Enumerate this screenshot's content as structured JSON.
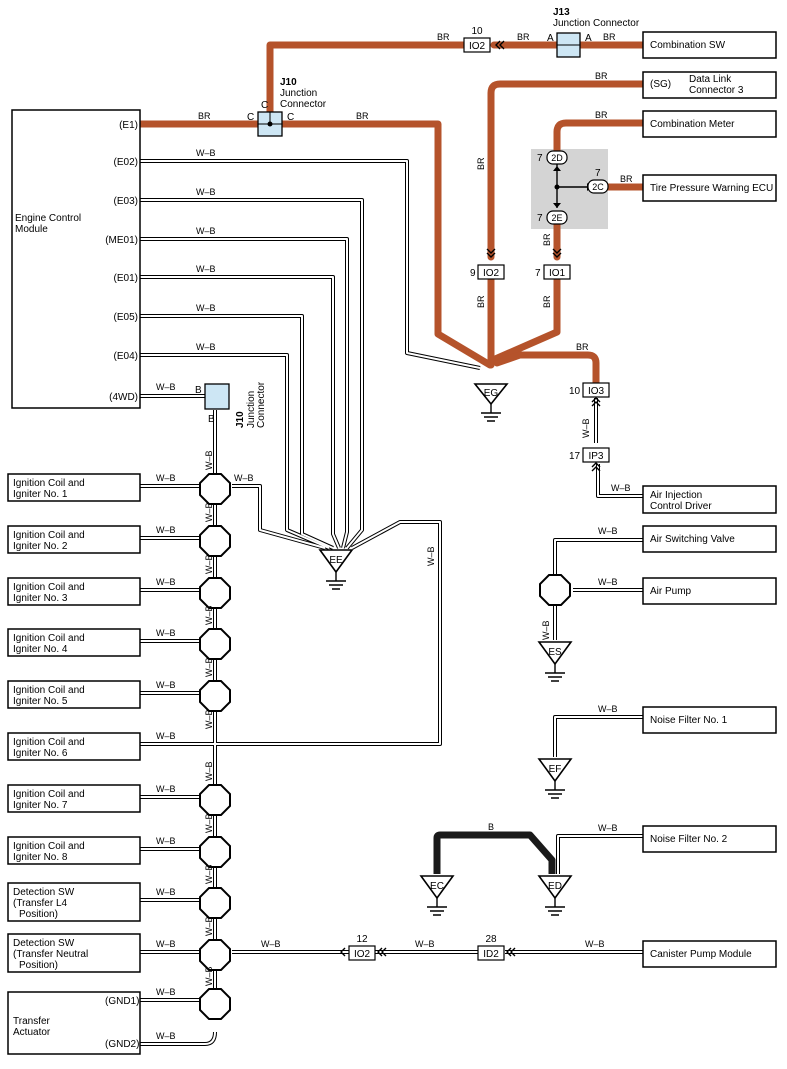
{
  "components": {
    "ecm": {
      "label": [
        "Engine Control",
        "Module"
      ]
    },
    "comb_sw": {
      "label": "Combination SW"
    },
    "dlc3": {
      "label": [
        "Data Link",
        "Connector 3"
      ],
      "pin": "(SG)"
    },
    "comb_meter": {
      "label": "Combination Meter"
    },
    "tpw_ecu": {
      "label": "Tire Pressure Warning ECU"
    },
    "air_inj": {
      "label": [
        "Air Injection",
        "Control Driver"
      ]
    },
    "air_sw_valve": {
      "label": "Air Switching Valve"
    },
    "air_pump": {
      "label": "Air Pump"
    },
    "noise1": {
      "label": "Noise Filter No. 1"
    },
    "noise2": {
      "label": "Noise Filter No. 2"
    },
    "canister": {
      "label": "Canister Pump Module"
    },
    "coils": [
      {
        "l1": "Ignition Coil and",
        "l2": "Igniter No. 1"
      },
      {
        "l1": "Ignition Coil and",
        "l2": "Igniter No. 2"
      },
      {
        "l1": "Ignition Coil and",
        "l2": "Igniter No. 3"
      },
      {
        "l1": "Ignition Coil and",
        "l2": "Igniter No. 4"
      },
      {
        "l1": "Ignition Coil and",
        "l2": "Igniter No. 5"
      },
      {
        "l1": "Ignition Coil and",
        "l2": "Igniter No. 6"
      },
      {
        "l1": "Ignition Coil and",
        "l2": "Igniter No. 7"
      },
      {
        "l1": "Ignition Coil and",
        "l2": "Igniter No. 8"
      }
    ],
    "det_l4": [
      "Detection SW",
      "(Transfer L4",
      "Position)"
    ],
    "det_neutral": [
      "Detection SW",
      "(Transfer Neutral",
      "Position)"
    ],
    "transfer_act": {
      "label": [
        "Transfer",
        "Actuator"
      ],
      "pins": [
        "(GND1)",
        "(GND2)"
      ]
    }
  },
  "ecm_pins": [
    "(E1)",
    "(E02)",
    "(E03)",
    "(ME01)",
    "(E01)",
    "(E05)",
    "(E04)",
    "(4WD)"
  ],
  "junctions": {
    "j13": {
      "id": "J13",
      "name": "Junction Connector",
      "pin": "A"
    },
    "j10_top": {
      "id": "J10",
      "name": [
        "Junction",
        "Connector"
      ],
      "pin": "C"
    },
    "j10_bottom": {
      "id": "J10",
      "name": [
        "Junction",
        "Connector"
      ],
      "pins": [
        "B",
        "B"
      ]
    }
  },
  "connectors": {
    "io2_top": {
      "num": "10",
      "name": "IO2"
    },
    "io2_mid": {
      "num": "9",
      "name": "IO2"
    },
    "io1": {
      "num": "7",
      "name": "IO1"
    },
    "io3": {
      "num": "10",
      "name": "IO3"
    },
    "ip3": {
      "num": "17",
      "name": "IP3"
    },
    "io2_b1": {
      "num": "12",
      "name": "IO2"
    },
    "id2": {
      "num": "28",
      "name": "ID2"
    },
    "pin7": "7",
    "j2d": "2D",
    "j2c": "2C",
    "j2e": "2E"
  },
  "grounds": {
    "eg": "EG",
    "ee": "EE",
    "es": "ES",
    "ef": "EF",
    "ec": "EC",
    "ed": "ED"
  },
  "wire_colors": {
    "br": "BR",
    "wb": "W–B",
    "b": "B"
  },
  "colors": {
    "br": "#b5532b",
    "junction_fill": "#cde6f4",
    "shade": "#d4d4d4",
    "black": "#1a1a1a"
  }
}
